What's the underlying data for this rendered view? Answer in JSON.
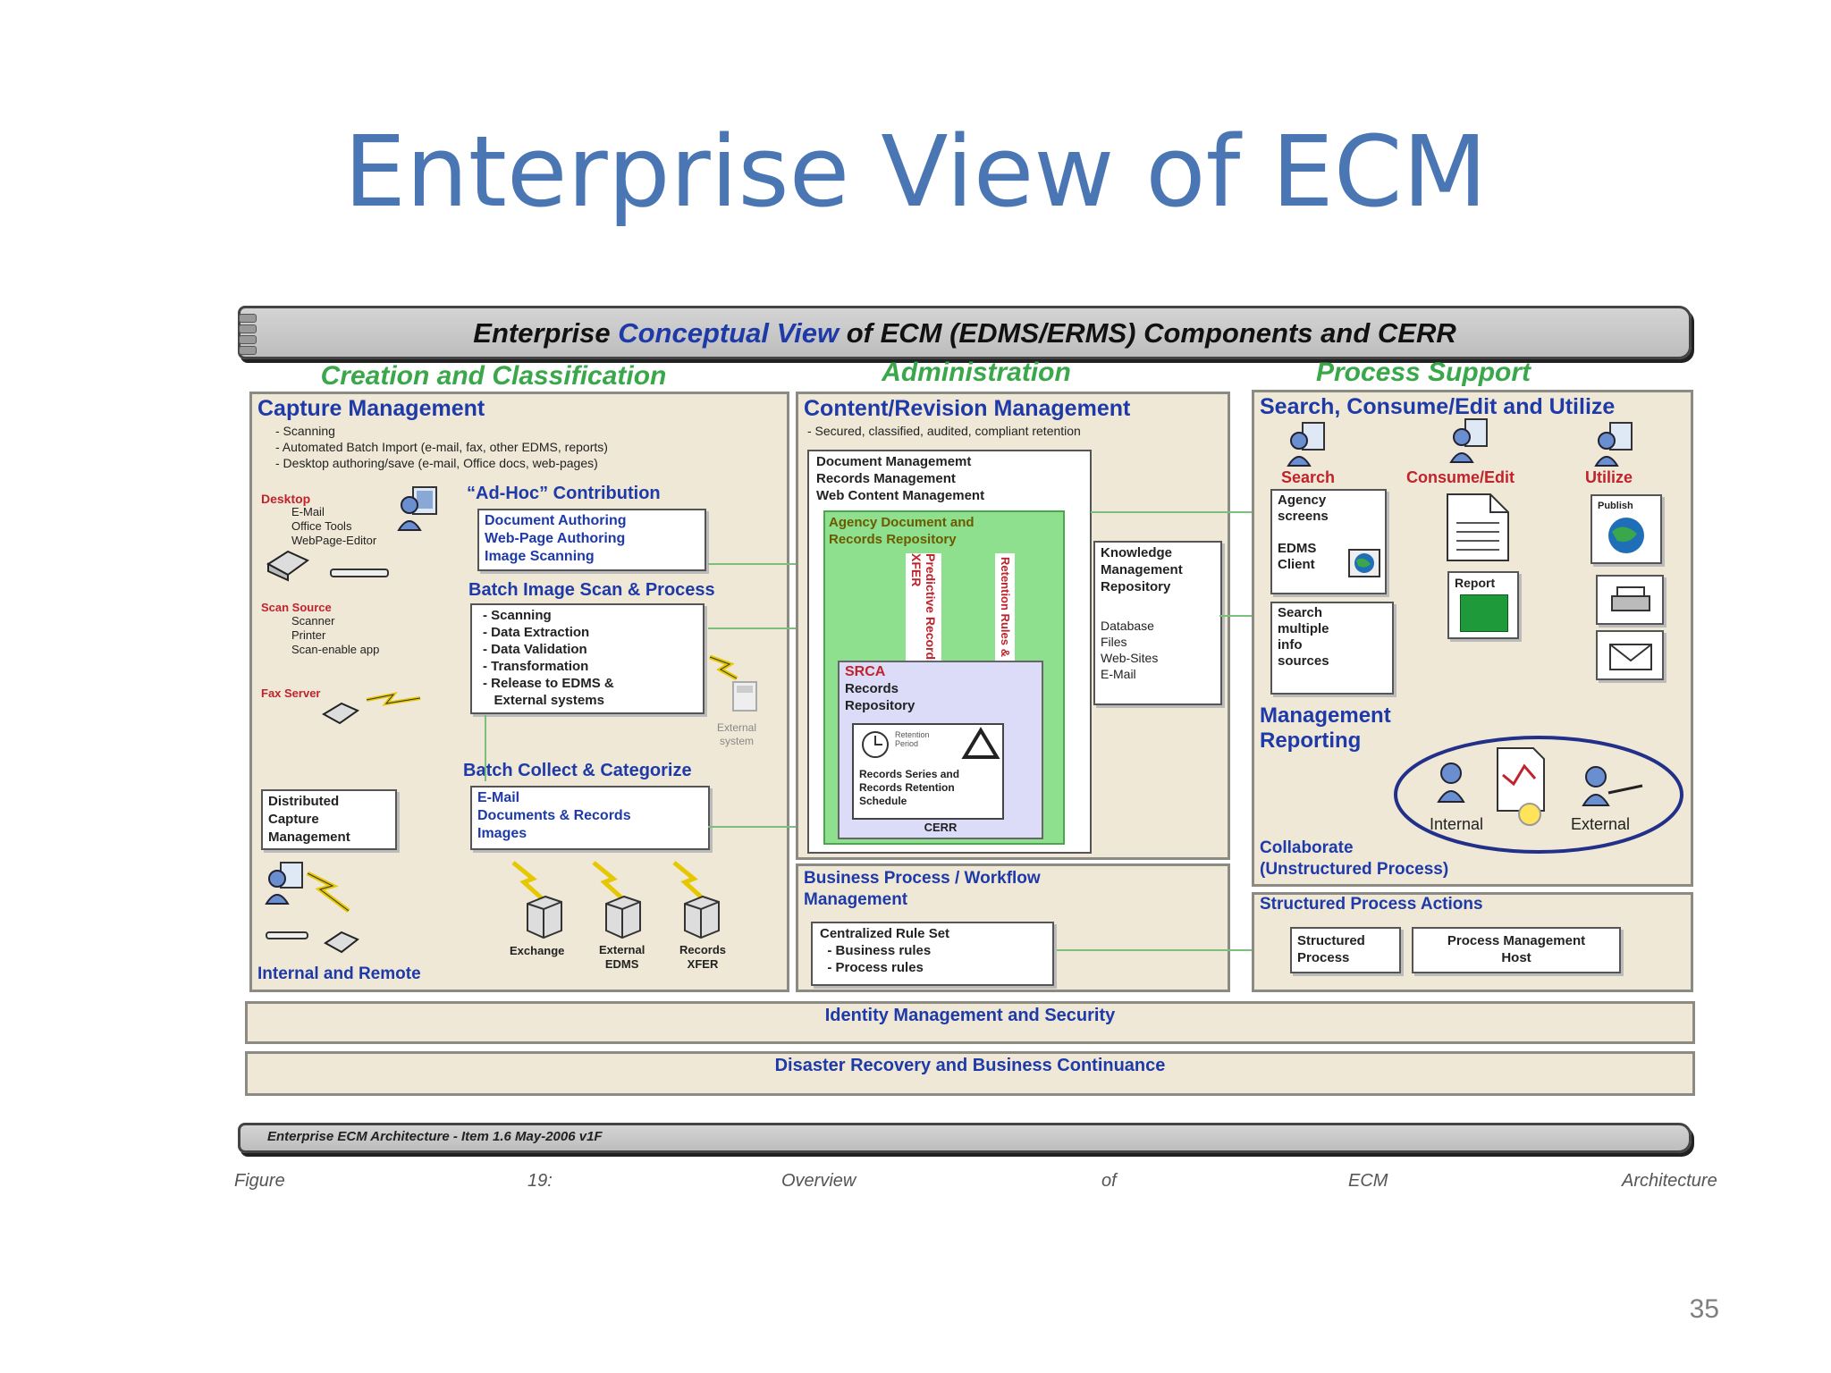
{
  "slide": {
    "title": "Enterprise View of ECM",
    "number": "35"
  },
  "banner": {
    "prefix": "Enterprise ",
    "accent": "Conceptual View",
    "suffix": " of ECM (EDMS/ERMS) Components and CERR",
    "footer": "Enterprise ECM Architecture - Item 1.6 May-2006 v1F"
  },
  "columns": {
    "creation": "Creation and Classification",
    "admin": "Administration",
    "process": "Process Support"
  },
  "capture": {
    "title": "Capture Management",
    "bullets": "- Scanning\n- Automated Batch Import (e-mail, fax, other EDMS, reports)\n- Desktop authoring/save (e-mail, Office docs, web-pages)",
    "desktop_label": "Desktop",
    "desktop_items": "E-Mail\nOffice Tools\nWebPage-Editor",
    "scan_label": "Scan Source",
    "scan_items": "Scanner\nPrinter\nScan-enable app",
    "fax_label": "Fax Server",
    "adhoc_title": "“Ad-Hoc” Contribution",
    "adhoc_items": "Document Authoring\nWeb-Page Authoring\nImage Scanning",
    "batch_title": "Batch Image Scan & Process",
    "batch_items": "- Scanning\n- Data Extraction\n- Data Validation\n- Transformation\n- Release to EDMS &\n   External systems",
    "external_system": "External\nsystem",
    "collect_title": "Batch Collect & Categorize",
    "collect_items": "E-Mail\nDocuments & Records\nImages",
    "distributed": "Distributed\nCapture\nManagement",
    "servers": [
      "Exchange",
      "External\nEDMS",
      "Records\nXFER"
    ],
    "footer": "Internal and Remote"
  },
  "admin": {
    "title": "Content/Revision Management",
    "subtitle": "- Secured, classified, audited, compliant retention",
    "doc_mgmt": "Document Managememt\nRecords Management\nWeb Content Management",
    "agency": "Agency Document and\nRecords Repository",
    "predictive": "Predictive Records\nXFER",
    "retention": "Retention Rules & RM",
    "srca_title": "SRCA",
    "srca_sub": "Records\nRepository",
    "retention_period": "Retention\nPeriod",
    "schedule": "Records Series and\nRecords Retention\nSchedule",
    "cerr": "CERR",
    "knowledge": "Knowledge\nManagement\nRepository",
    "knowledge_items": "Database\nFiles\nWeb-Sites\nE-Mail",
    "bpm_title": "Business Process / Workflow\nManagement",
    "rule_set": "Centralized Rule Set\n  - Business rules\n  - Process rules"
  },
  "process": {
    "title": "Search, Consume/Edit and Utilize",
    "search": "Search",
    "consume": "Consume/Edit",
    "utilize": "Utilize",
    "agency_screens": "Agency\nscreens",
    "edms_client": "EDMS\nClient",
    "report": "Report",
    "publish": "Publish",
    "search_multi": "Search\nmultiple\ninfo\nsources",
    "mgmt_reporting": "Management\nReporting",
    "internal": "Internal",
    "external": "External",
    "collaborate": "Collaborate\n(Unstructured Process)",
    "structured_title": "Structured Process Actions",
    "structured_process": "Structured\nProcess",
    "pm_host": "Process Management\nHost"
  },
  "bars": {
    "identity": "Identity Management and Security",
    "disaster": "Disaster Recovery and Business Continuance"
  },
  "caption": [
    "Figure",
    "19:",
    "Overview",
    "of",
    "ECM",
    "Architecture"
  ],
  "colors": {
    "title": "#4a76b4",
    "blue": "#1e3aa8",
    "green": "#3aa84a",
    "panel": "#efe8d6",
    "red": "#c0232b"
  }
}
